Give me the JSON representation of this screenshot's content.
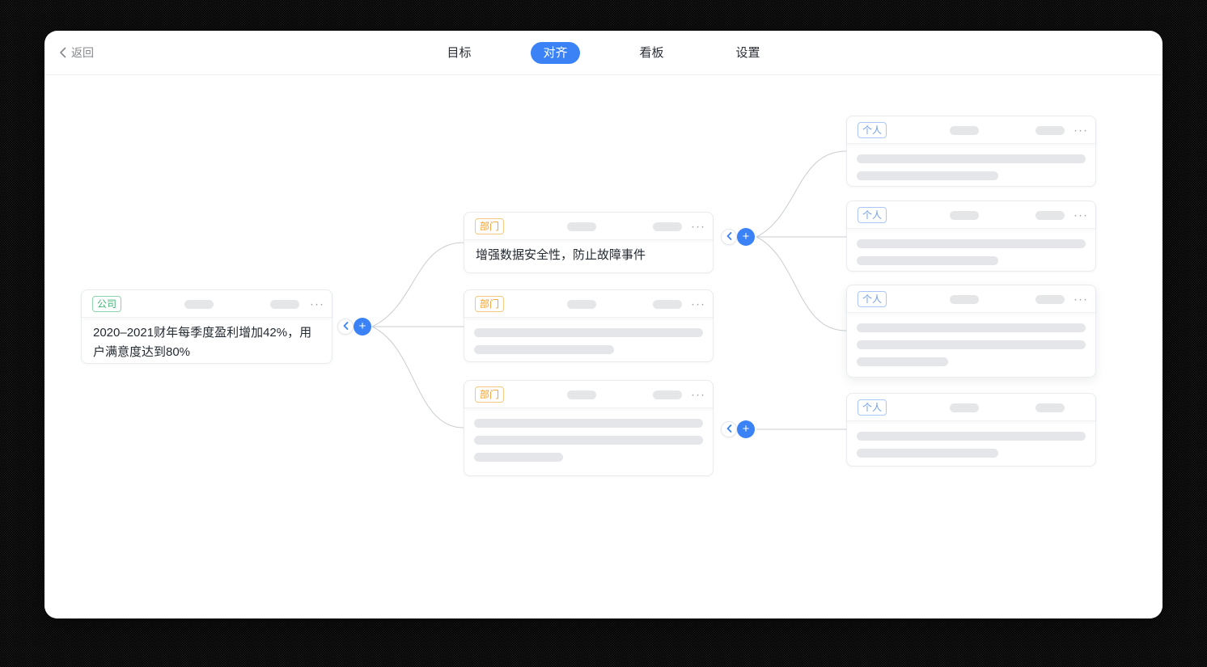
{
  "app": {
    "back_label": "返回",
    "tabs": [
      {
        "label": "目标",
        "active": false
      },
      {
        "label": "对齐",
        "active": true
      },
      {
        "label": "看板",
        "active": false
      },
      {
        "label": "设置",
        "active": false
      }
    ]
  },
  "icons": {
    "back": "chevron-left",
    "collapse": "chevron-left",
    "add": "+",
    "more": "···"
  },
  "colors": {
    "accent_blue": "#3b82f6",
    "tag_company_green": "#3eb575",
    "tag_department_orange": "#efa02d",
    "tag_individual_blue": "#6f9cf3",
    "placeholder_gray": "#e4e6e9",
    "connector_gray": "#c9ccd1"
  },
  "tree": {
    "company": {
      "tag": "公司",
      "text": "2020–2021财年每季度盈利增加42%，用户满意度达到80%"
    },
    "departments": [
      {
        "tag": "部门",
        "text": "增强数据安全性，防止故障事件",
        "placeholder_bars": []
      },
      {
        "tag": "部门",
        "text": "",
        "placeholder_bars": [
          100,
          61
        ]
      },
      {
        "tag": "部门",
        "text": "",
        "placeholder_bars": [
          100,
          100,
          39
        ]
      }
    ],
    "individuals": [
      {
        "tag": "个人",
        "placeholder_bars": [
          100,
          62
        ]
      },
      {
        "tag": "个人",
        "placeholder_bars": [
          100,
          62
        ]
      },
      {
        "tag": "个人",
        "placeholder_bars": [
          100,
          100,
          40
        ]
      },
      {
        "tag": "个人",
        "placeholder_bars": [
          100,
          62
        ]
      }
    ]
  }
}
